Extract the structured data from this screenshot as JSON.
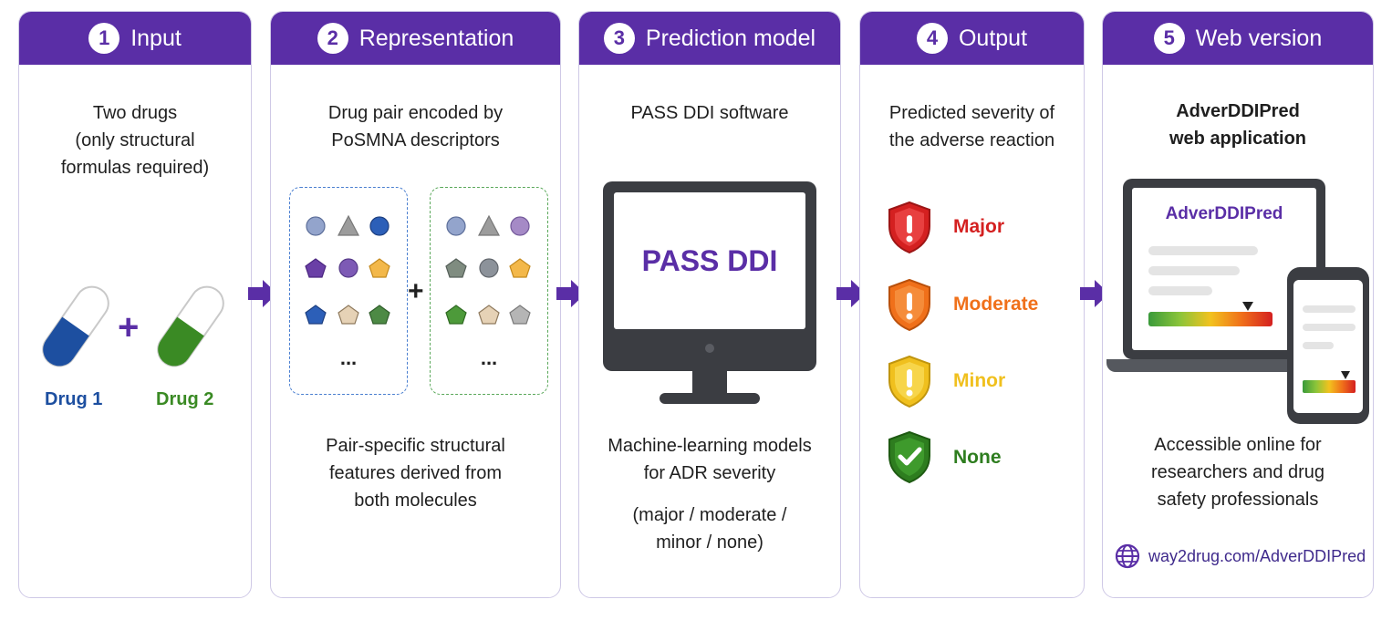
{
  "panels": [
    {
      "num": "1",
      "title": "Input"
    },
    {
      "num": "2",
      "title": "Representation"
    },
    {
      "num": "3",
      "title": "Prediction model"
    },
    {
      "num": "4",
      "title": "Output"
    },
    {
      "num": "5",
      "title": "Web version"
    }
  ],
  "input": {
    "lines": [
      "Two drugs",
      "(only structural",
      "formulas required)"
    ],
    "plus": "+",
    "drug1": "Drug 1",
    "drug2": "Drug 2"
  },
  "representation": {
    "top_lines": [
      "Drug pair encoded by",
      "PoSMNA descriptors"
    ],
    "plus": "+",
    "ellipsis": "...",
    "bottom_lines": [
      "Pair-specific structural",
      "features derived from",
      "both molecules"
    ]
  },
  "prediction": {
    "top_line": "PASS DDI software",
    "screen_text": "PASS DDI",
    "bottom_lines": [
      "Machine-learning models",
      "for ADR severity"
    ],
    "paren_lines": [
      "(major / moderate /",
      "minor / none)"
    ]
  },
  "output": {
    "top_lines": [
      "Predicted severity of",
      "the adverse reaction"
    ],
    "levels": [
      {
        "label": "Major",
        "color": "#d42020"
      },
      {
        "label": "Moderate",
        "color": "#f0701a"
      },
      {
        "label": "Minor",
        "color": "#f0c01e"
      },
      {
        "label": "None",
        "color": "#2e7d1f"
      }
    ]
  },
  "web": {
    "top_lines": [
      "AdverDDIPred",
      "web application"
    ],
    "laptop_title": "AdverDDIPred",
    "bottom_lines": [
      "Accessible online for",
      "researchers and drug",
      "safety professionals"
    ],
    "url": "way2drug.com/AdverDDIPred"
  },
  "colors": {
    "accent": "#5a2ea6",
    "drug1": "#1d4fa0",
    "drug2": "#3a8a24"
  }
}
